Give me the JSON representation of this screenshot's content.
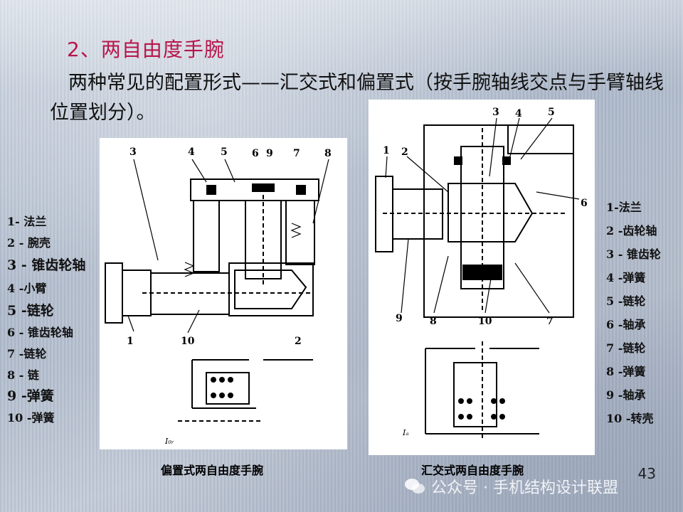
{
  "slide": {
    "title": "2、两自由度手腕",
    "subtitle": "两种常见的配置形式——汇交式和偏置式（按手腕轴线交点与手臂轴线位置划分）。",
    "page_number": "43",
    "watermark": "公众号 · 手机结构设计联盟"
  },
  "left_figure": {
    "caption": "偏置式两自由度手腕",
    "callouts": [
      "3",
      "4",
      "5",
      "6",
      "9",
      "7",
      "8",
      "1",
      "10",
      "2"
    ],
    "sub_label": "I₀ᵣ"
  },
  "right_figure": {
    "caption": "汇交式两自由度手腕",
    "callouts": [
      "3",
      "4",
      "5",
      "1",
      "2",
      "6",
      "9",
      "8",
      "10",
      "7"
    ],
    "sub_label": "Iₐ"
  },
  "left_legend": [
    "1- 法兰",
    "2 - 腕壳",
    "3 - 锥齿轮轴",
    "4 -小臂",
    "5 -链轮",
    "6 - 锥齿轮轴",
    "7 -链轮",
    "8 - 链",
    "9 -弹簧",
    "10 -弹簧"
  ],
  "right_legend": [
    "1-法兰",
    "2 -齿轮轴",
    "3 - 锥齿轮",
    "4 -弹簧",
    "5 -链轮",
    "6 -轴承",
    "7 -链轮",
    "8 -弹簧",
    "9 -轴承",
    "10 -转壳"
  ]
}
